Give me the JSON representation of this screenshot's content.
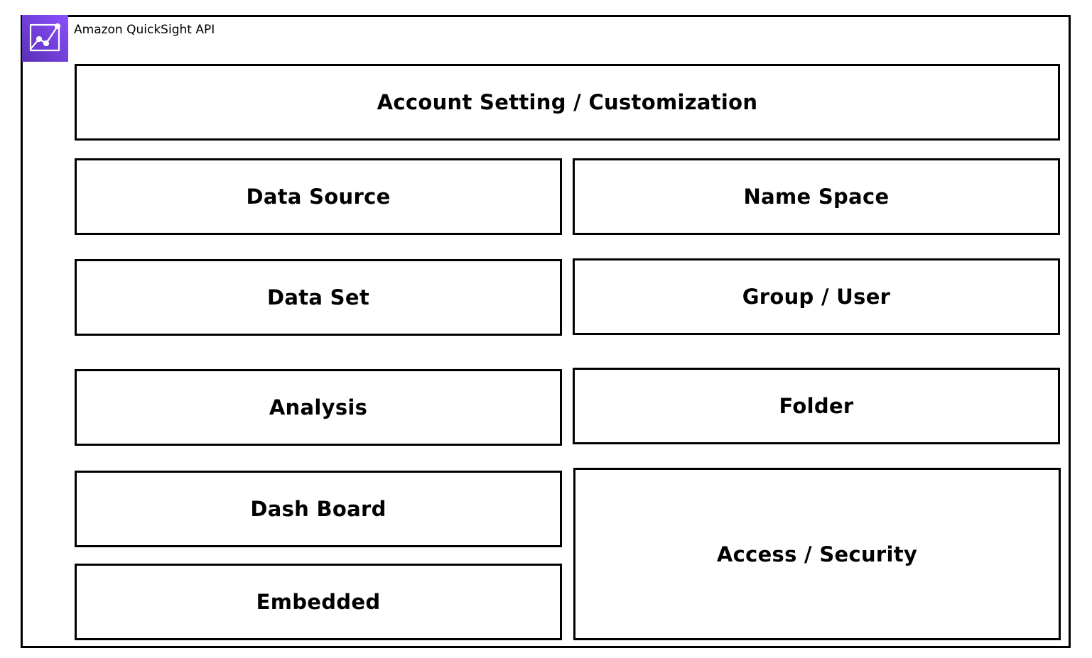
{
  "header": {
    "title": "Amazon QuickSight API",
    "logo_icon": "quicksight-chart-icon",
    "logo_colors": [
      "#8c4fff",
      "#5a30b5"
    ]
  },
  "modules": {
    "account_setting": "Account Setting / Customization",
    "data_source": "Data Source",
    "name_space": "Name Space",
    "data_set": "Data Set",
    "group_user": "Group / User",
    "analysis": "Analysis",
    "folder": "Folder",
    "dash_board": "Dash Board",
    "embedded": "Embedded",
    "access_security": "Access / Security"
  }
}
